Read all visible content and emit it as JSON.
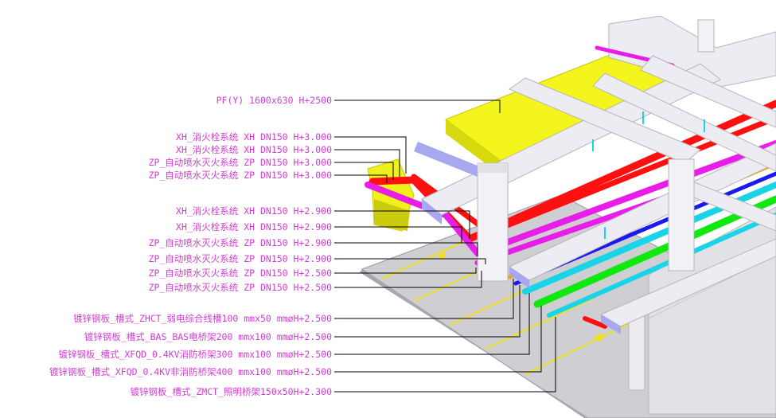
{
  "colors": {
    "label_text": "#d63bd6",
    "leader": "#000000",
    "duct": "#f5f51e",
    "beam": "#ececf2",
    "beam_side": "#a8a8f0",
    "wall": "#e2e2e6",
    "floor": "#cfcfd3",
    "lane": "#f0e020",
    "pipe_red": "#ff1010",
    "pipe_magenta": "#e81ee8",
    "tray_blue": "#1a1aee",
    "tray_cyan": "#19d4e6",
    "tray_green": "#10e810",
    "tray_orange": "#ffa000"
  },
  "labels": [
    {
      "text": "PF(Y) 1600x630 H+2500"
    },
    {
      "text": "XH_消火栓系统 XH DN150  H+3.000"
    },
    {
      "text": "XH_消火栓系统 XH DN150  H+3.000"
    },
    {
      "text": "ZP_自动喷水灭火系统 ZP DN150  H+3.000"
    },
    {
      "text": "ZP_自动喷水灭火系统 ZP DN150  H+3.000"
    },
    {
      "text": "XH_消火栓系统 XH DN150  H+2.900"
    },
    {
      "text": "XH_消火栓系统 XH DN150  H+2.900"
    },
    {
      "text": "ZP_自动喷水灭火系统 ZP DN150  H+2.900"
    },
    {
      "text": "ZP_自动喷水灭火系统 ZP DN150  H+2.900"
    },
    {
      "text": "ZP_自动喷水灭火系统 ZP DN150  H+2.500"
    },
    {
      "text": "ZP_自动喷水灭火系统 ZP DN150  H+2.500"
    },
    {
      "text": "镀锌钢板_槽式_ZHCT_弱电综合线槽100 mmx50 mmøH+2.500"
    },
    {
      "text": "镀锌钢板_槽式_BAS_BAS电桥架200 mmx100 mmøH+2.500"
    },
    {
      "text": "镀锌钢板_槽式_XFQD_0.4KV消防桥架300 mmx100 mmøH+2.500"
    },
    {
      "text": "镀锌钢板_槽式_XFQD_0.4KV非消防桥架400 mmx100 mmøH+2.500"
    },
    {
      "text": "镀锌钢板_槽式_ZMCT_照明桥架150x50H+2.300"
    }
  ]
}
